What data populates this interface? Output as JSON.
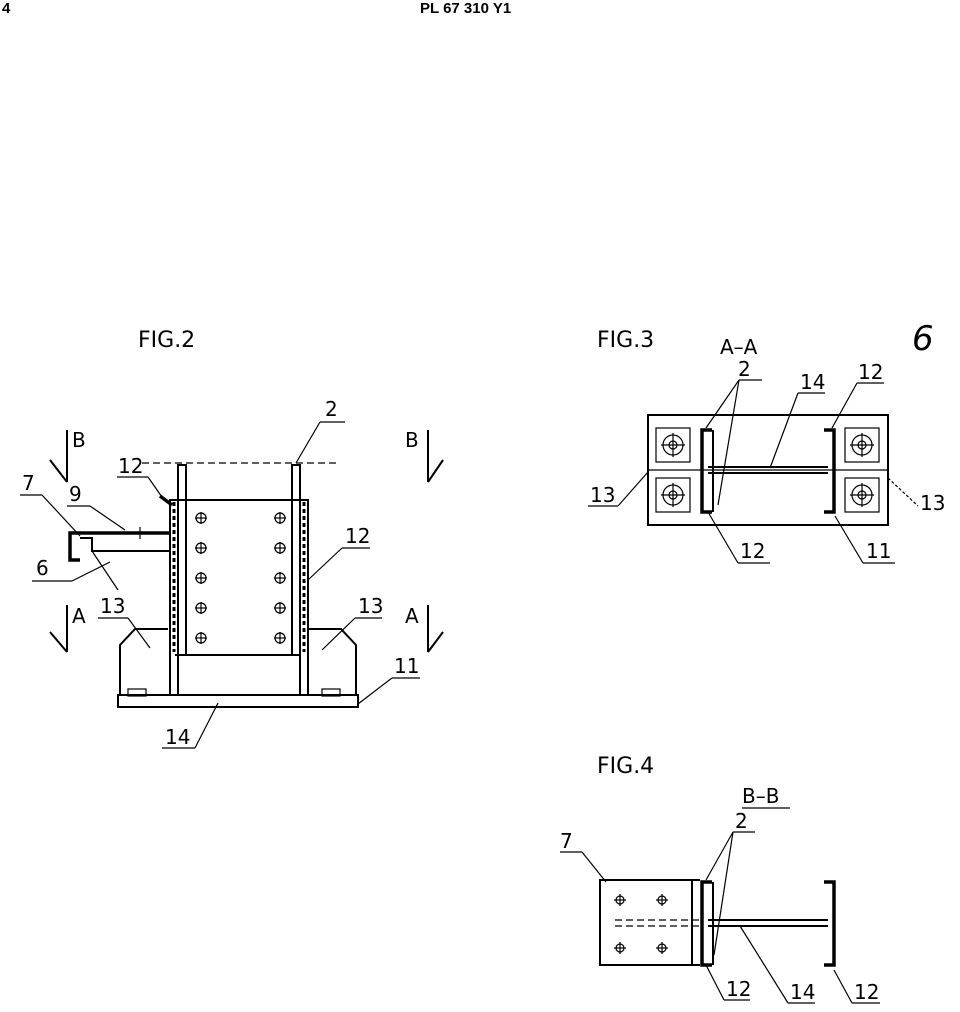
{
  "header": {
    "page_number": "4",
    "document_number": "PL 67 310 Y1"
  },
  "sheet_number": "6",
  "fig2": {
    "title": "FIG.2",
    "labels": {
      "l2": "2",
      "l12a": "12",
      "l12b": "12",
      "l7": "7",
      "l9": "9",
      "l6": "6",
      "l13a": "13",
      "l13b": "13",
      "l11": "11",
      "l14": "14",
      "secB1": "B",
      "secB2": "B",
      "secA1": "A",
      "secA2": "A"
    }
  },
  "fig3": {
    "title": "FIG.3",
    "section": "A–A",
    "labels": {
      "l2": "2",
      "l14": "14",
      "l12a": "12",
      "l12b": "12",
      "l13a": "13",
      "l13b": "13",
      "l11": "11"
    }
  },
  "fig4": {
    "title": "FIG.4",
    "section": "B–B",
    "labels": {
      "l7": "7",
      "l2": "2",
      "l12a": "12",
      "l14": "14",
      "l12b": "12"
    }
  }
}
